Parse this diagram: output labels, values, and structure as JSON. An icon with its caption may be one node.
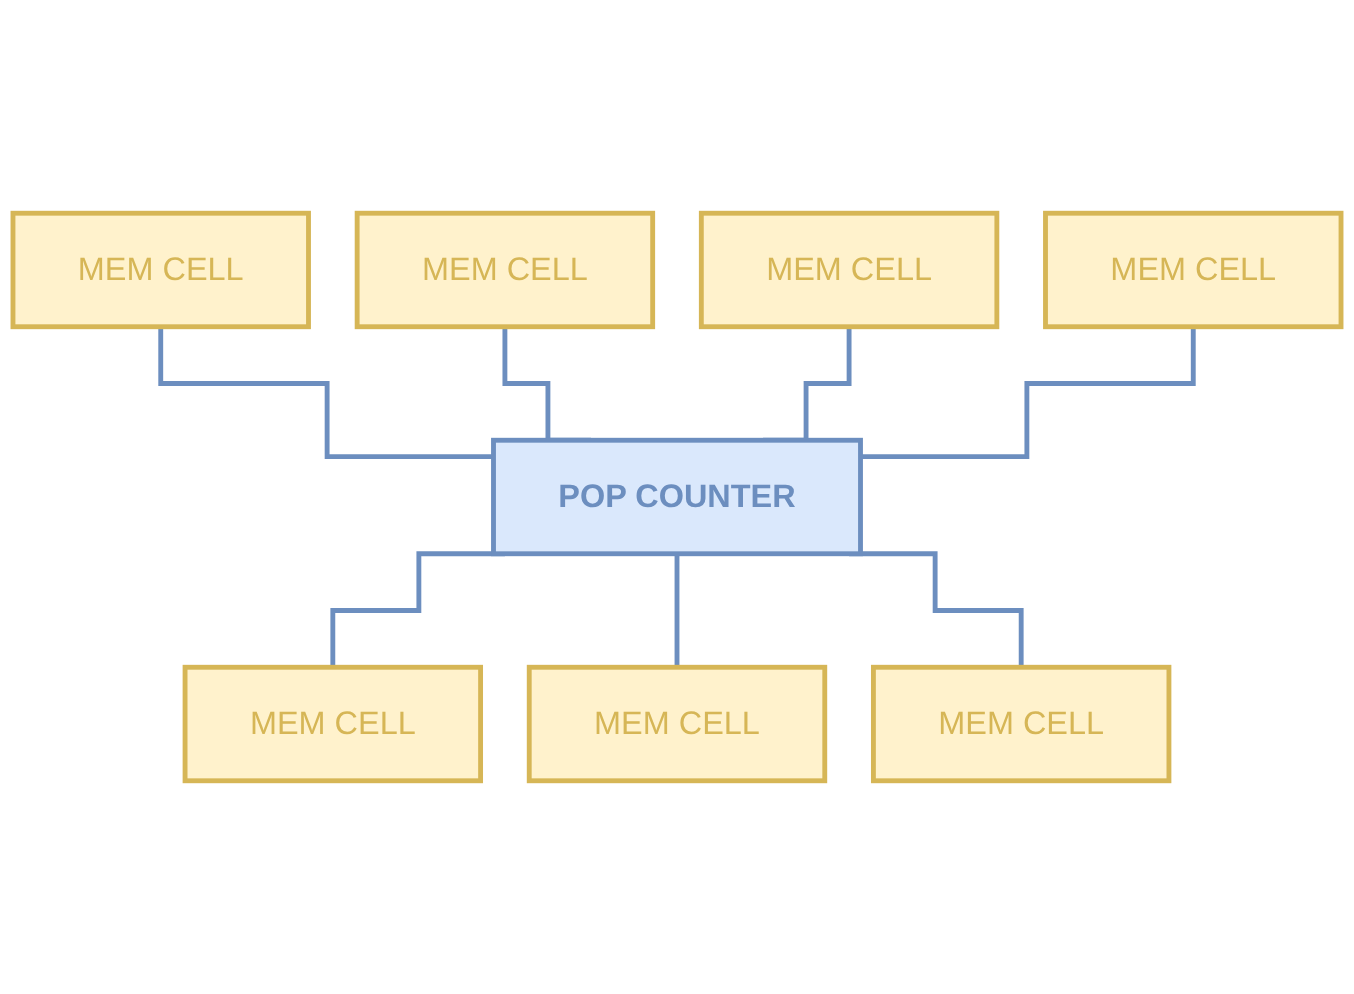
{
  "diagram": {
    "nodes": [
      {
        "text": [
          "MEM CELL"
        ]
      },
      {
        "text": [
          "MEM CELL"
        ]
      },
      {
        "text": [
          "MEM CELL"
        ]
      },
      {
        "text": [
          "MEM CELL"
        ]
      },
      {
        "text": [
          "POP COUNTER"
        ]
      },
      {
        "text": [
          "MEM CELL"
        ]
      },
      {
        "text": [
          "MEM CELL"
        ]
      },
      {
        "text": [
          "MEM CELL"
        ]
      }
    ],
    "edges": [
      {
        "from": 0,
        "to": 4,
        "arrow": "none"
      },
      {
        "from": 1,
        "to": 4,
        "arrow": "none"
      },
      {
        "from": 2,
        "to": 4,
        "arrow": "none"
      },
      {
        "from": 3,
        "to": 4,
        "arrow": "none"
      },
      {
        "from": 4,
        "to": 5,
        "arrow": "none"
      },
      {
        "from": 4,
        "to": 6,
        "arrow": "none"
      },
      {
        "from": 4,
        "to": 7,
        "arrow": "none"
      }
    ]
  }
}
